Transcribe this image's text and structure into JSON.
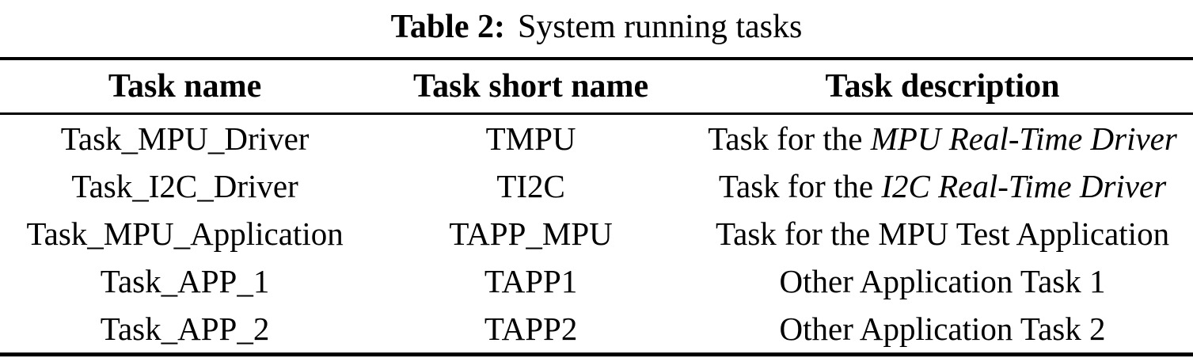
{
  "caption": {
    "label": "Table 2:",
    "text": "System running tasks"
  },
  "table": {
    "headers": [
      "Task name",
      "Task short name",
      "Task description"
    ],
    "rows": [
      {
        "name": "Task_MPU_Driver",
        "short": "TMPU",
        "desc_prefix": "Task for the ",
        "desc_italic": "MPU Real-Time Driver"
      },
      {
        "name": "Task_I2C_Driver",
        "short": "TI2C",
        "desc_prefix": "Task for the ",
        "desc_italic": "I2C Real-Time Driver"
      },
      {
        "name": "Task_MPU_Application",
        "short": "TAPP_MPU",
        "desc_prefix": "Task for the MPU Test Application",
        "desc_italic": ""
      },
      {
        "name": "Task_APP_1",
        "short": "TAPP1",
        "desc_prefix": "Other Application Task 1",
        "desc_italic": ""
      },
      {
        "name": "Task_APP_2",
        "short": "TAPP2",
        "desc_prefix": "Other Application Task 2",
        "desc_italic": ""
      }
    ]
  }
}
